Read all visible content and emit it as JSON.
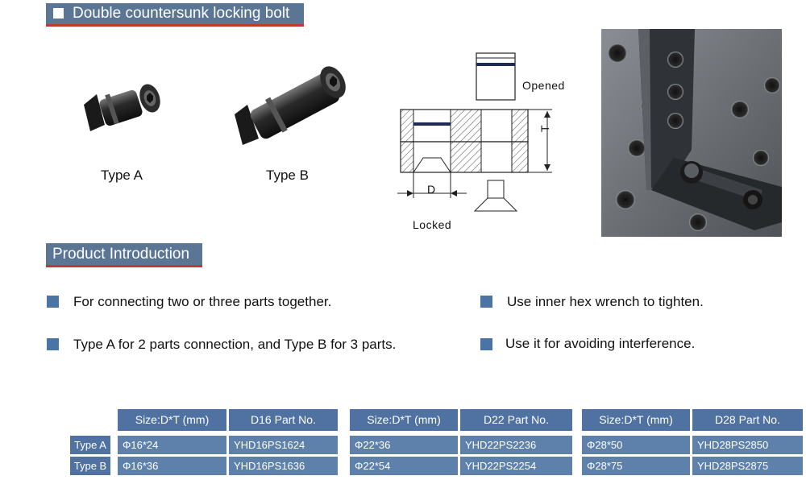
{
  "header": {
    "title": "Double countersunk locking bolt"
  },
  "images": {
    "type_a_label": "Type A",
    "type_b_label": "Type B",
    "diagram": {
      "opened": "Opened",
      "locked": "Locked",
      "d_label": "D",
      "t_label": "T"
    }
  },
  "intro": {
    "title": "Product Introduction",
    "bullets": [
      "For connecting two or three parts together.",
      "Use inner hex wrench to tighten.",
      "Type A for 2 parts connection, and Type B for 3 parts.",
      "Use it for avoiding interference."
    ]
  },
  "tables": {
    "row_labels": [
      "Type A",
      "Type B"
    ],
    "items": [
      {
        "size_header": "Size:D*T (mm)",
        "part_header": "D16 Part No.",
        "rows": [
          {
            "size": "Φ16*24",
            "part": "YHD16PS1624"
          },
          {
            "size": "Φ16*36",
            "part": "YHD16PS1636"
          }
        ]
      },
      {
        "size_header": "Size:D*T (mm)",
        "part_header": "D22 Part No.",
        "rows": [
          {
            "size": "Φ22*36",
            "part": "YHD22PS2236"
          },
          {
            "size": "Φ22*54",
            "part": "YHD22PS2254"
          }
        ]
      },
      {
        "size_header": "Size:D*T (mm)",
        "part_header": "D28 Part No.",
        "rows": [
          {
            "size": "Φ28*50",
            "part": "YHD28PS2850"
          },
          {
            "size": "Φ28*75",
            "part": "YHD28PS2875"
          }
        ]
      }
    ]
  },
  "colors": {
    "header_bg": "#5b7594",
    "accent_underline": "#c0392b",
    "table_header": "#4f72a2",
    "table_cell": "#5e81ac",
    "bullet": "#4b74a6"
  }
}
